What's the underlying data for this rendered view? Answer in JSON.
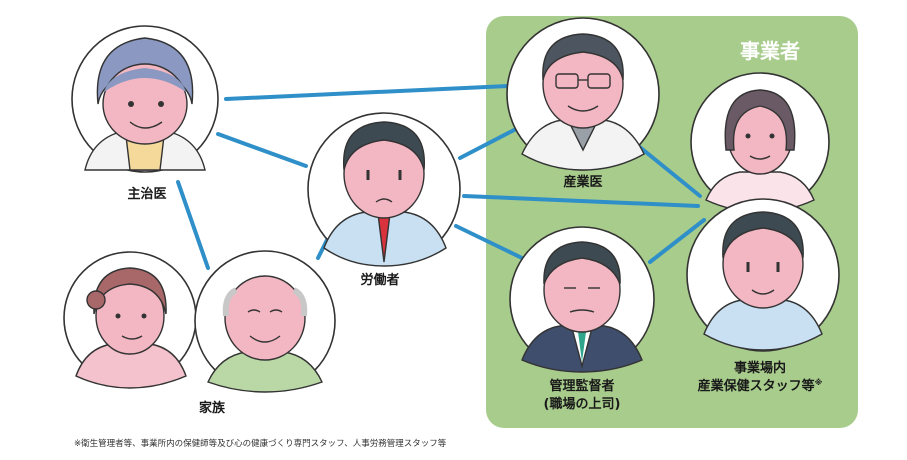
{
  "colors": {
    "group_bg": "#a8cc8c",
    "link": "#2f8fc8",
    "skin": "#f2b7c2",
    "hair_dark": "#3d4a52"
  },
  "group": {
    "title": "事業者"
  },
  "nodes": {
    "doctor": {
      "label": "主治医"
    },
    "worker": {
      "label": "労働者"
    },
    "family": {
      "label": "家族"
    },
    "occupational_physician": {
      "label": "産業医"
    },
    "supervisor": {
      "label_line1": "管理監督者",
      "label_line2": "(職場の上司)"
    },
    "staff": {
      "label_line1": "事業場内",
      "label_line2": "産業保健スタッフ等",
      "label_mark": "※"
    }
  },
  "footnote": "※衛生管理者等、事業所内の保健師等及び心の健康づくり専門スタッフ、人事労務管理スタッフ等"
}
